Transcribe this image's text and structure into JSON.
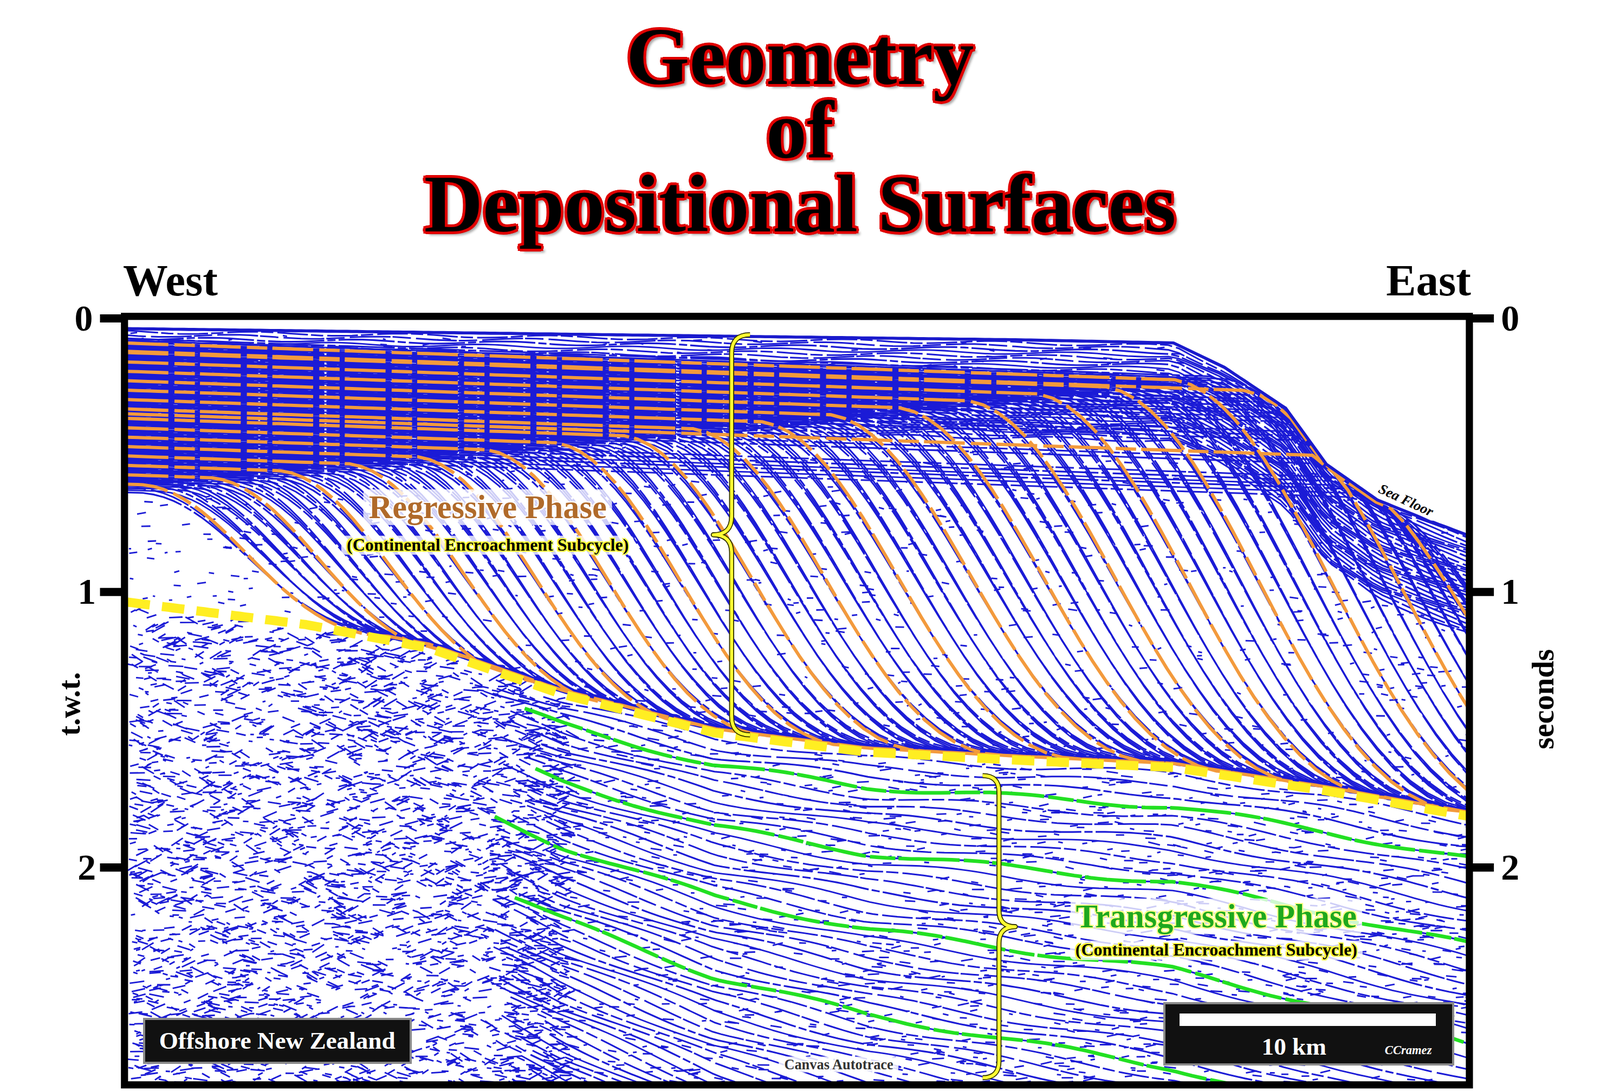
{
  "diagram": {
    "title": "Geometry of Depositional Surfaces",
    "nodes": [
      {
        "text": [
          "Offshore New Zealand"
        ]
      },
      {
        "text": [
          "10 km",
          "CCramez"
        ]
      }
    ],
    "labels": [
      "West",
      "East",
      "0",
      "0",
      "Sea Floor",
      "Regressive Phase",
      "(Continental Encroachment Subcycle)",
      "1",
      "1",
      "t.w.t.",
      "seconds",
      "2",
      "2",
      "Transgressive Phase",
      "(Continental Encroachment Subcycle)",
      "Canvas Autotrace"
    ]
  }
}
